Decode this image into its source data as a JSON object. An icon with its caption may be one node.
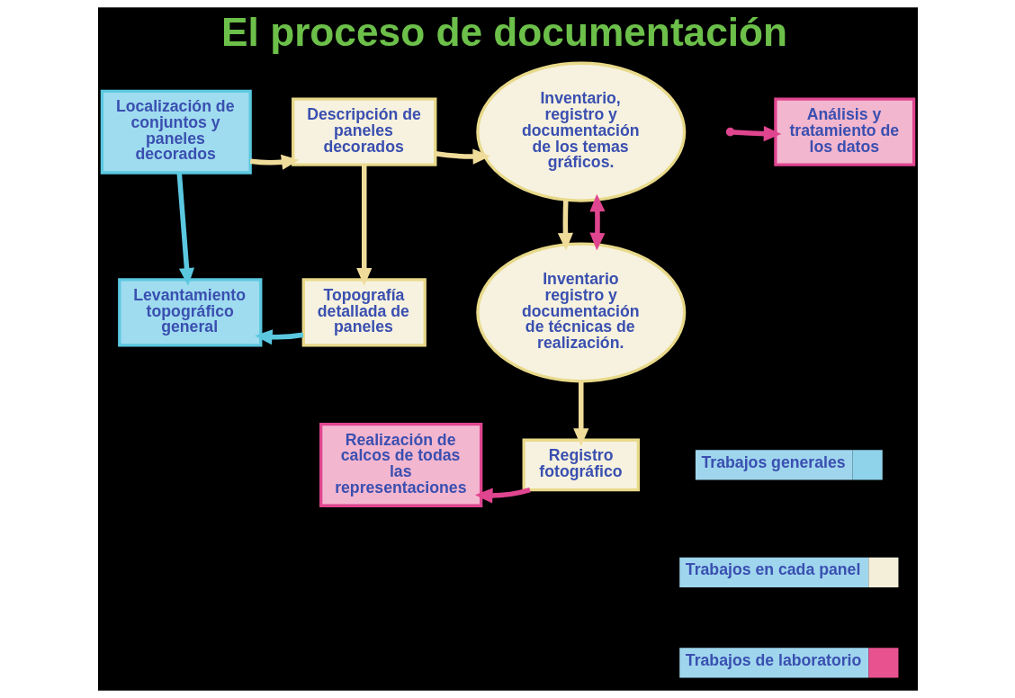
{
  "diagram": {
    "title": "El proceso de documentación",
    "nodes": [
      {
        "text": [
          "Localización de conjuntos y paneles decorados"
        ]
      },
      {
        "text": [
          "Descripción de paneles decorados"
        ]
      },
      {
        "text": [
          "Inventario, registro y documentación de los temas gráficos."
        ]
      },
      {
        "text": [
          "Análisis y tratamiento de los datos"
        ]
      },
      {
        "text": [
          "Levantamiento topográfico general"
        ]
      },
      {
        "text": [
          "Topografía detallada de paneles"
        ]
      },
      {
        "text": [
          "Inventario registro y documentación de técnicas de realización."
        ]
      },
      {
        "text": [
          "Realización de calcos de todas las representaciones"
        ]
      },
      {
        "text": [
          "Registro fotográfico"
        ]
      }
    ],
    "edges": [
      {
        "from": 0,
        "to": 1,
        "arrow": "to"
      },
      {
        "from": 1,
        "to": 2,
        "arrow": "to"
      },
      {
        "from": 0,
        "to": 4,
        "arrow": "to",
        "color": "#5bc8e0"
      },
      {
        "from": 1,
        "to": 5,
        "arrow": "to"
      },
      {
        "from": 5,
        "to": 4,
        "arrow": "to",
        "color": "#5bc8e0"
      },
      {
        "from": 2,
        "to": 6,
        "arrow": "to"
      },
      {
        "from": 2,
        "to": 6,
        "arrow": "both",
        "color": "#e0458f"
      },
      {
        "from": null,
        "to": 3,
        "arrow": "to",
        "color": "#e0458f"
      },
      {
        "from": 6,
        "to": 8,
        "arrow": "to"
      },
      {
        "from": 8,
        "to": 7,
        "arrow": "to",
        "color": "#e0458f"
      }
    ],
    "legend": [
      {
        "text": "Trabajos generales",
        "color": "#8fd3ea"
      },
      {
        "text": "Trabajos en cada panel",
        "color": "#f3efd9"
      },
      {
        "text": "Trabajos de laboratorio",
        "color": "#e8528f"
      }
    ]
  }
}
